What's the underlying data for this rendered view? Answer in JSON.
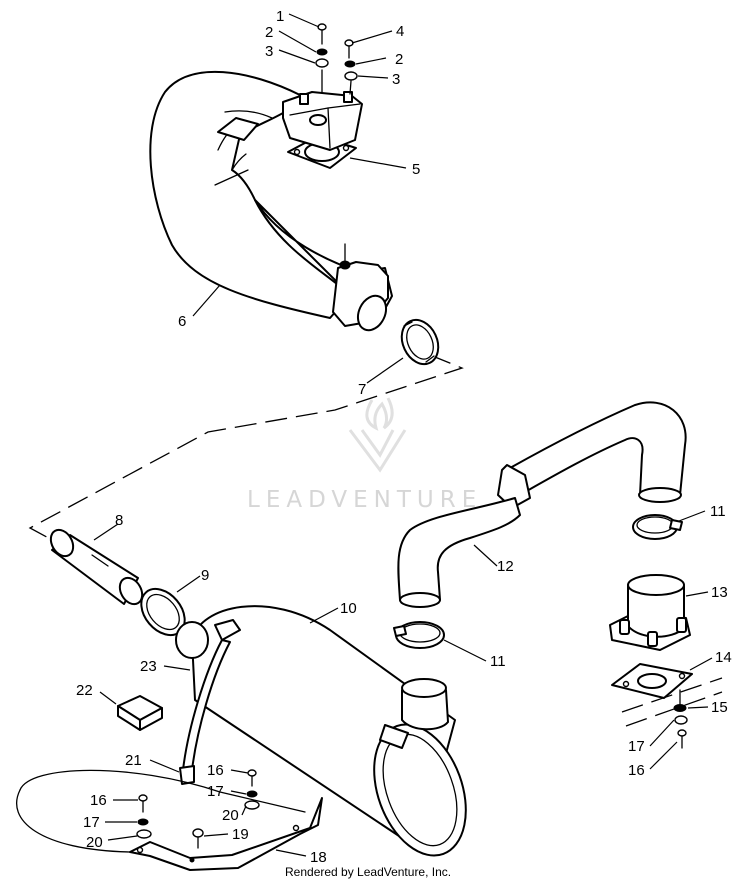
{
  "watermark": {
    "brand": "LEADVENTURE",
    "brand_color": "#d6d6d6"
  },
  "footer": {
    "credit": "Rendered by LeadVenture, Inc."
  },
  "callouts": {
    "c1": "1",
    "c2a": "2",
    "c2b": "2",
    "c3a": "3",
    "c3b": "3",
    "c4": "4",
    "c5": "5",
    "c6": "6",
    "c7": "7",
    "c8": "8",
    "c9": "9",
    "c10": "10",
    "c11a": "11",
    "c11b": "11",
    "c12": "12",
    "c13": "13",
    "c14": "14",
    "c15": "15",
    "c16a": "16",
    "c16b": "16",
    "c16c": "16",
    "c17a": "17",
    "c17b": "17",
    "c17c": "17",
    "c18": "18",
    "c19": "19",
    "c20a": "20",
    "c20b": "20",
    "c21": "21",
    "c22": "22",
    "c23": "23"
  }
}
